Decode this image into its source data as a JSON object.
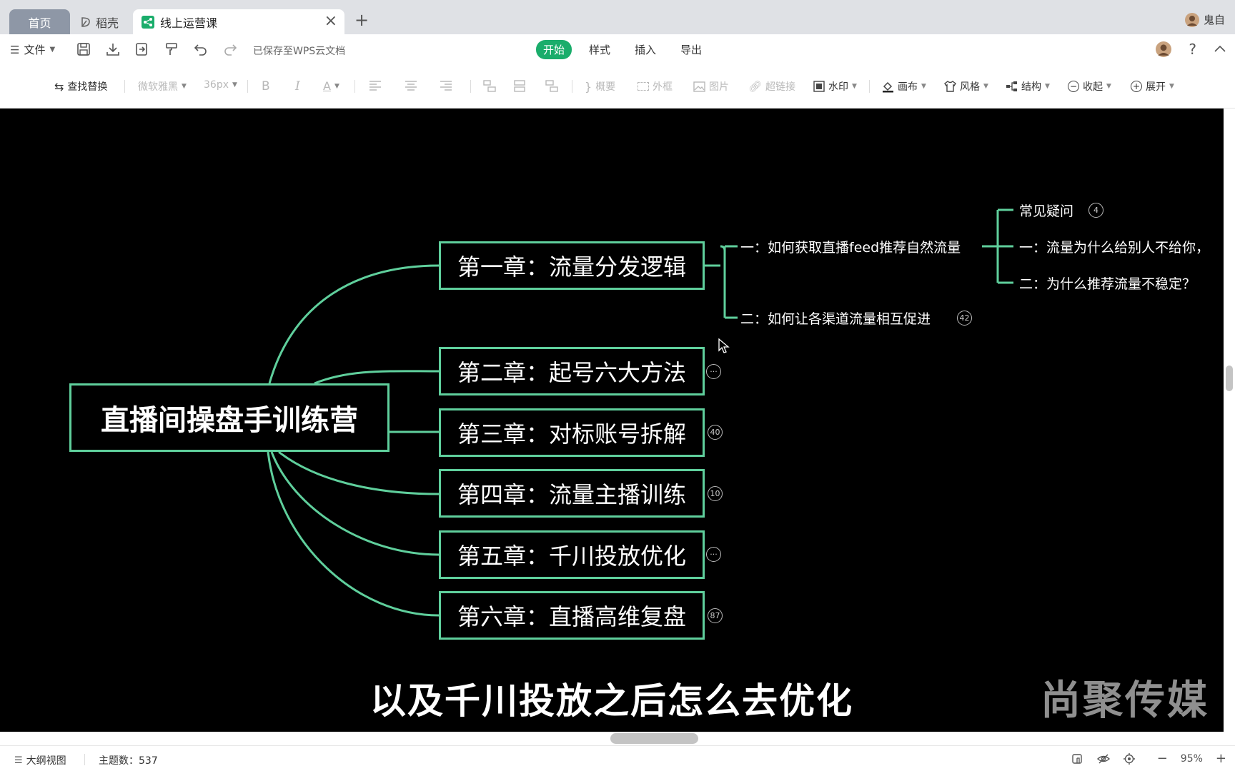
{
  "tabs": {
    "home": "首页",
    "daoke": "稻壳",
    "active": "线上运营课"
  },
  "user": {
    "name": "鬼自"
  },
  "toolbar": {
    "file": "文件",
    "saved_status": "已保存至WPS云文档",
    "main_tabs": [
      "开始",
      "样式",
      "插入",
      "导出"
    ]
  },
  "format_bar": {
    "find_replace": "查找替换",
    "font": "微软雅黑",
    "font_size": "36px",
    "bold": "B",
    "italic": "I",
    "color": "A",
    "summary": "概要",
    "frame": "外框",
    "image": "图片",
    "link": "超链接",
    "watermark": "水印",
    "canvas": "画布",
    "style": "风格",
    "structure": "结构",
    "collapse": "收起",
    "expand": "展开"
  },
  "mindmap": {
    "root": "直播间操盘手训练营",
    "chapters": [
      {
        "title": "第一章：流量分发逻辑",
        "badge": ""
      },
      {
        "title": "第二章：起号六大方法",
        "badge": "···"
      },
      {
        "title": "第三章：对标账号拆解",
        "badge": "40"
      },
      {
        "title": "第四章：流量主播训练",
        "badge": "10"
      },
      {
        "title": "第五章：千川投放优化",
        "badge": "···"
      },
      {
        "title": "第六章：直播高维复盘",
        "badge": "87"
      }
    ],
    "ch1_subs": [
      {
        "title": "一：如何获取直播feed推荐自然流量",
        "badge": ""
      },
      {
        "title": "二：如何让各渠道流量相互促进",
        "badge": "42"
      }
    ],
    "sub1_children": [
      {
        "title": "常见疑问",
        "badge": "4"
      },
      {
        "title": "一：流量为什么给别人不给你，",
        "badge": ""
      },
      {
        "title": "二：为什么推荐流量不稳定？",
        "badge": ""
      }
    ]
  },
  "subtitle": "以及千川投放之后怎么去优化",
  "watermark_text": "尚聚传媒",
  "colors": {
    "accent": "#1aad6b",
    "node_border": "#5fcf9c",
    "canvas_bg": "#000000"
  },
  "statusbar": {
    "outline_view": "大纲视图",
    "topic_count": "主题数：537",
    "zoom": "95%",
    "minus": "−",
    "plus": "+"
  }
}
